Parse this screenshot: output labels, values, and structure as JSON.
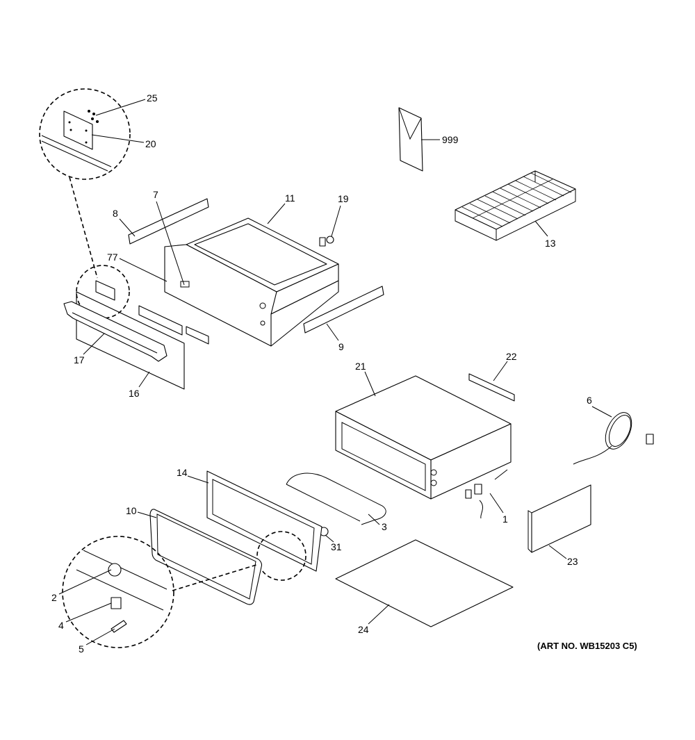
{
  "diagram": {
    "art_number": "(ART NO. WB15203 C5)",
    "labels": {
      "p25": "25",
      "p20": "20",
      "p999": "999",
      "p8": "8",
      "p7": "7",
      "p11": "11",
      "p19": "19",
      "p13": "13",
      "p77": "77",
      "p17": "17",
      "p16": "16",
      "p9": "9",
      "p21": "21",
      "p22": "22",
      "p6": "6",
      "p14": "14",
      "p10": "10",
      "p3": "3",
      "p31": "31",
      "p1": "1",
      "p2": "2",
      "p4": "4",
      "p5": "5",
      "p24": "24",
      "p23": "23"
    }
  }
}
